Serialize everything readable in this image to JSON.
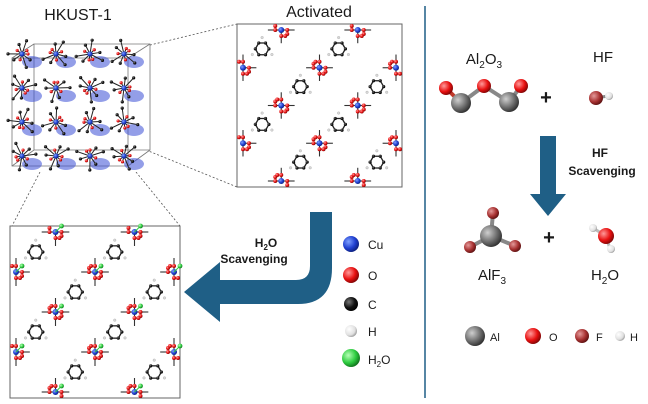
{
  "left_panel": {
    "hkust_title": "HKUST-1",
    "activated_title": "Activated",
    "water_scavenging_label": {
      "line1_main": "H",
      "line1_sub": "2",
      "line1_tail": "O",
      "line2": "Scavenging"
    },
    "legend": [
      {
        "label_main": "Cu",
        "label_sub": "",
        "label_tail": "",
        "color": "#1f3fd0"
      },
      {
        "label_main": "O",
        "label_sub": "",
        "label_tail": "",
        "color": "#e81010"
      },
      {
        "label_main": "C",
        "label_sub": "",
        "label_tail": "",
        "color": "#0a0a0a"
      },
      {
        "label_main": "H",
        "label_sub": "",
        "label_tail": "",
        "color": "#e8e8e8"
      },
      {
        "label_main": "H",
        "label_sub": "2",
        "label_tail": "O",
        "color": "#2ecc40"
      }
    ]
  },
  "right_panel": {
    "reactant1": {
      "main": "Al",
      "sub": "2",
      "tail": "O",
      "sub2": "3"
    },
    "reactant2": "HF",
    "plus": "+",
    "hf_scavenging_label": {
      "line1": "HF",
      "line2": "Scavenging"
    },
    "product1": {
      "main": "AlF",
      "sub": "3"
    },
    "product2": {
      "main": "H",
      "sub": "2",
      "tail": "O"
    },
    "legend": [
      {
        "label": "Al",
        "color": "#6e6e6e"
      },
      {
        "label": "O",
        "color": "#e81010"
      },
      {
        "label": "F",
        "color": "#a83232"
      },
      {
        "label": "H",
        "color": "#e8e8e8"
      }
    ]
  },
  "colors": {
    "arrow": "#1f5f86",
    "divider": "#1f5f86",
    "cu": "#1f3fd0",
    "oxygen": "#e81010",
    "carbon": "#0a0a0a",
    "water": "#2ecc40",
    "aluminum": "#6e6e6e",
    "fluorine": "#a83232"
  }
}
